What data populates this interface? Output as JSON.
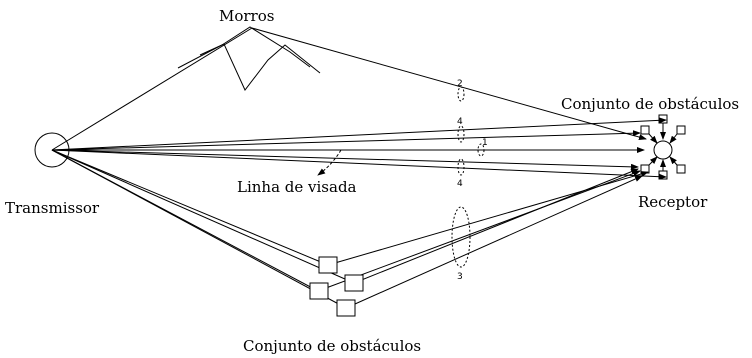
{
  "labels": {
    "hills": "Morros",
    "transmitter": "Transmissor",
    "receiver": "Receptor",
    "line_of_sight": "Linha de visada",
    "obstacles_top": "Conjunto de obstáculos",
    "obstacles_bottom": "Conjunto de obstáculos"
  },
  "path_numbers": {
    "p1": "1",
    "p2": "2",
    "p4a": "4",
    "p4b": "4",
    "p3": "3"
  }
}
